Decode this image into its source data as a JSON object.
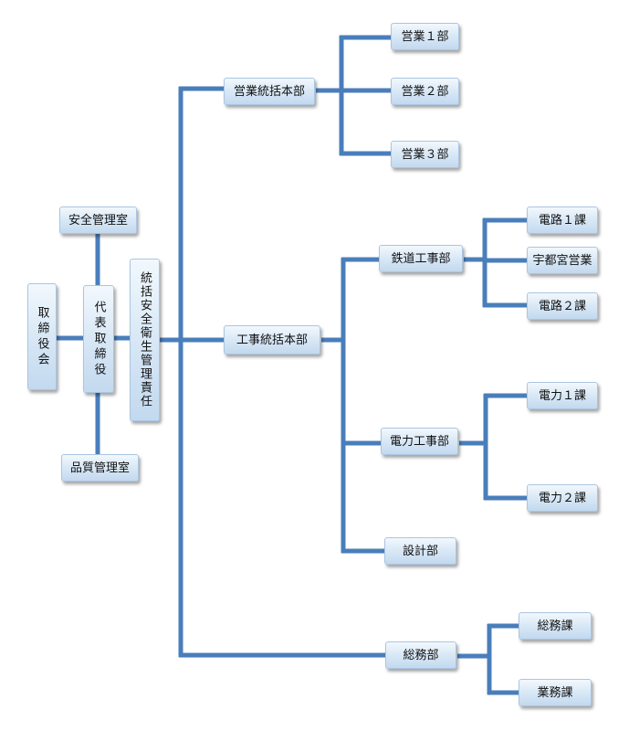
{
  "org": {
    "board": "取締役会",
    "president": "代表取締役",
    "safety_office": "安全管理室",
    "quality_office": "品質管理室",
    "safety_manager": "統括安全衛生管理責任",
    "sales_hq": {
      "name": "営業統括本部",
      "departments": [
        "営業１部",
        "営業２部",
        "営業３部"
      ]
    },
    "construction_hq": {
      "name": "工事統括本部",
      "railway": {
        "name": "鉄道工事部",
        "sections": [
          "電路１課",
          "宇都宮営業",
          "電路２課"
        ]
      },
      "power": {
        "name": "電力工事部",
        "sections": [
          "電力１課",
          "電力２課"
        ]
      },
      "design": "設計部"
    },
    "general_affairs": {
      "name": "総務部",
      "sections": [
        "総務課",
        "業務課"
      ]
    }
  },
  "colors": {
    "connector": "#4a7ebb",
    "node_border": "#aac6e2"
  }
}
